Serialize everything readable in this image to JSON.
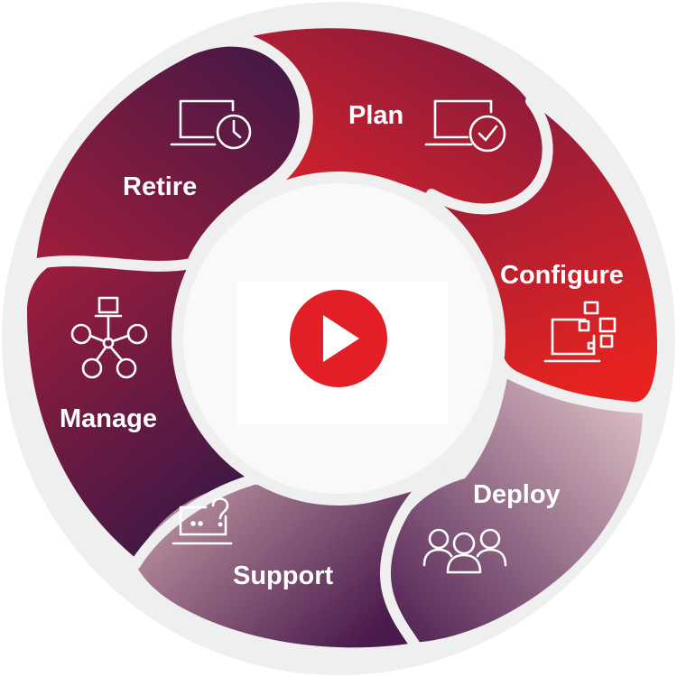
{
  "diagram": {
    "center": {
      "icon": "play-icon",
      "color": "#e21f26"
    },
    "segments": [
      {
        "id": "plan",
        "label": "Plan",
        "icon": "laptop-check-icon"
      },
      {
        "id": "configure",
        "label": "Configure",
        "icon": "laptop-blocks-icon"
      },
      {
        "id": "deploy",
        "label": "Deploy",
        "icon": "users-group-icon"
      },
      {
        "id": "support",
        "label": "Support",
        "icon": "laptop-question-icon"
      },
      {
        "id": "manage",
        "label": "Manage",
        "icon": "network-hub-icon"
      },
      {
        "id": "retire",
        "label": "Retire",
        "icon": "laptop-clock-icon"
      }
    ],
    "colors": {
      "red": "#e21f26",
      "crimson": "#a31d3b",
      "plum": "#4e1a4c",
      "mauve": "#c69ea8",
      "ring": "#efefef"
    }
  }
}
